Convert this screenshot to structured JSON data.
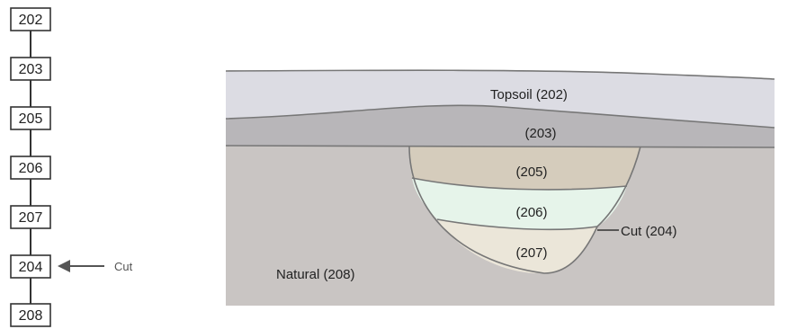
{
  "matrix": {
    "contexts": [
      "202",
      "203",
      "205",
      "206",
      "207",
      "204",
      "208"
    ],
    "cut_label": "Cut"
  },
  "section": {
    "topsoil": "Topsoil (202)",
    "layer_203": "(203)",
    "fill_205": "(205)",
    "fill_206": "(206)",
    "fill_207": "(207)",
    "cut": "Cut (204)",
    "natural": "Natural (208)"
  },
  "colors": {
    "topsoil": "#dcdce3",
    "layer_203": "#b8b6b9",
    "natural": "#c9c5c3",
    "fill_205": "#d5ccbc",
    "fill_206": "#e6f4ea",
    "fill_207": "#ebe6d9"
  }
}
